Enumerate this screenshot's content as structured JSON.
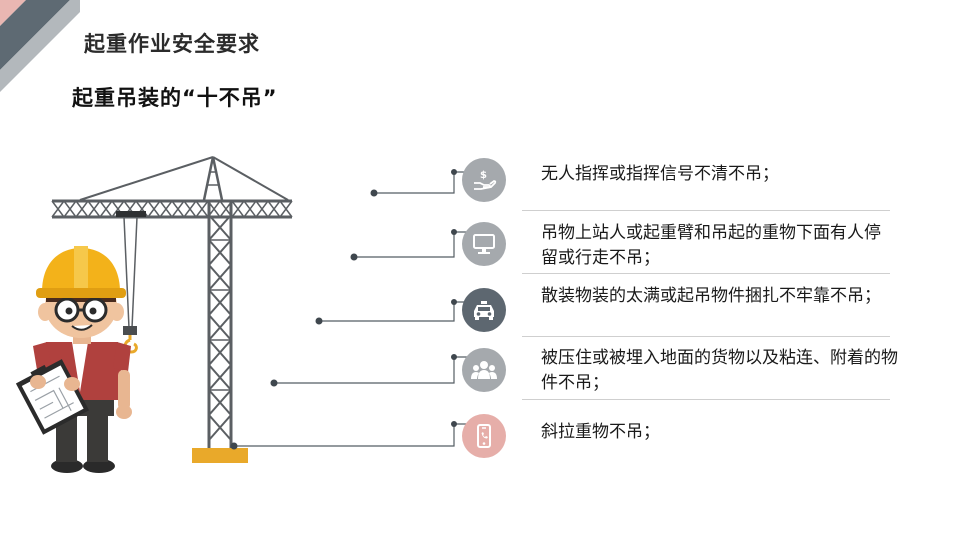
{
  "slide": {
    "title": "起重作业安全要求",
    "section_title": "起重吊装的“十不吊”"
  },
  "colors": {
    "icon_gray": "#a5a9ad",
    "icon_dark": "#5d6770",
    "icon_pink": "#e6aea9",
    "connector": "#555d63",
    "crane_yellow": "#e9a92a",
    "hat_yellow": "#f3b21a",
    "shirt_red": "#b0413e"
  },
  "rules": [
    {
      "text": "无人指挥或指挥信号不清不吊；",
      "icon": "hand-money-icon"
    },
    {
      "text": "吊物上站人或起重臂和吊起的重物下面有人停留或行走不吊；",
      "icon": "monitor-icon"
    },
    {
      "text": "散装物装的太满或起吊物件捆扎不牢靠不吊；",
      "icon": "taxi-icon"
    },
    {
      "text": "被压住或被埋入地面的货物以及粘连、附着的物件不吊；",
      "icon": "people-icon"
    },
    {
      "text": "斜拉重物不吊；",
      "icon": "phone-icon"
    }
  ]
}
